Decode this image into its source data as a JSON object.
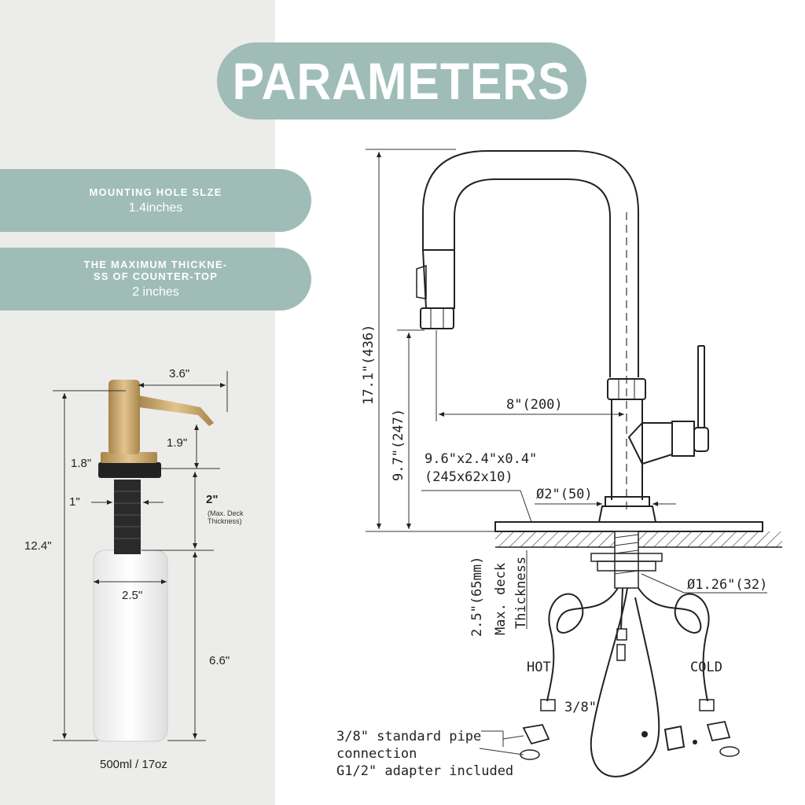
{
  "title": "PARAMETERS",
  "info": {
    "mounting_hole_label": "MOUNTING HOLE SLZE",
    "mounting_hole_value": "1.4inches",
    "max_thickness_label": "THE MAXIMUM THICKNE-\nSS OF COUNTER-TOP",
    "max_thickness_value": "2 inches"
  },
  "dispenser": {
    "width_top": "3.6\"",
    "nozzle_drop": "1.9\"",
    "collar": "1.8\"",
    "shank": "1\"",
    "deck_max": "2\"",
    "deck_note_1": "(Max. Deck",
    "deck_note_2": "Thickness)",
    "total_height": "12.4\"",
    "bottle_diameter": "2.5\"",
    "bottle_height": "6.6\"",
    "capacity": "500ml / 17oz"
  },
  "faucet": {
    "height": "17.1\"(436)",
    "spout_height": "9.7\"(247)",
    "reach": "8\"(200)",
    "plate_size_1": "9.6\"x2.4\"x0.4\"",
    "plate_size_2": "(245x62x10)",
    "base_diameter": "Ø2\"(50)",
    "hole_diameter": "Ø1.26\"(32)",
    "deck_1": "2.5\"(65mm)",
    "deck_2": "Max. deck",
    "deck_3": "Thickness",
    "hot": "HOT",
    "cold": "COLD",
    "hose_size": "3/8\"",
    "pipe_note_1": "3/8\" standard pipe",
    "pipe_note_2": "connection",
    "pipe_note_3": "G1/2\" adapter included"
  },
  "colors": {
    "accent": "#9fbdb6",
    "left_panel": "#ececea",
    "gold": "#c9a66b"
  }
}
